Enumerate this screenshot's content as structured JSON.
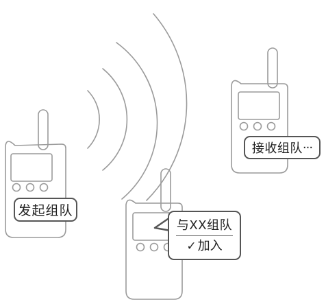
{
  "labels": {
    "start_team": "发起组队",
    "receive_team": "接收组队",
    "receive_ellipsis": "···",
    "invite_line": "与XX组队",
    "join_check": "✓",
    "join_label": "加入"
  },
  "colors": {
    "stroke": "#999999",
    "label_border": "#555555",
    "text": "#222222",
    "background": "#ffffff"
  },
  "icons": [
    "walkie-talkie-icon",
    "radio-wave-icon",
    "check-icon"
  ]
}
